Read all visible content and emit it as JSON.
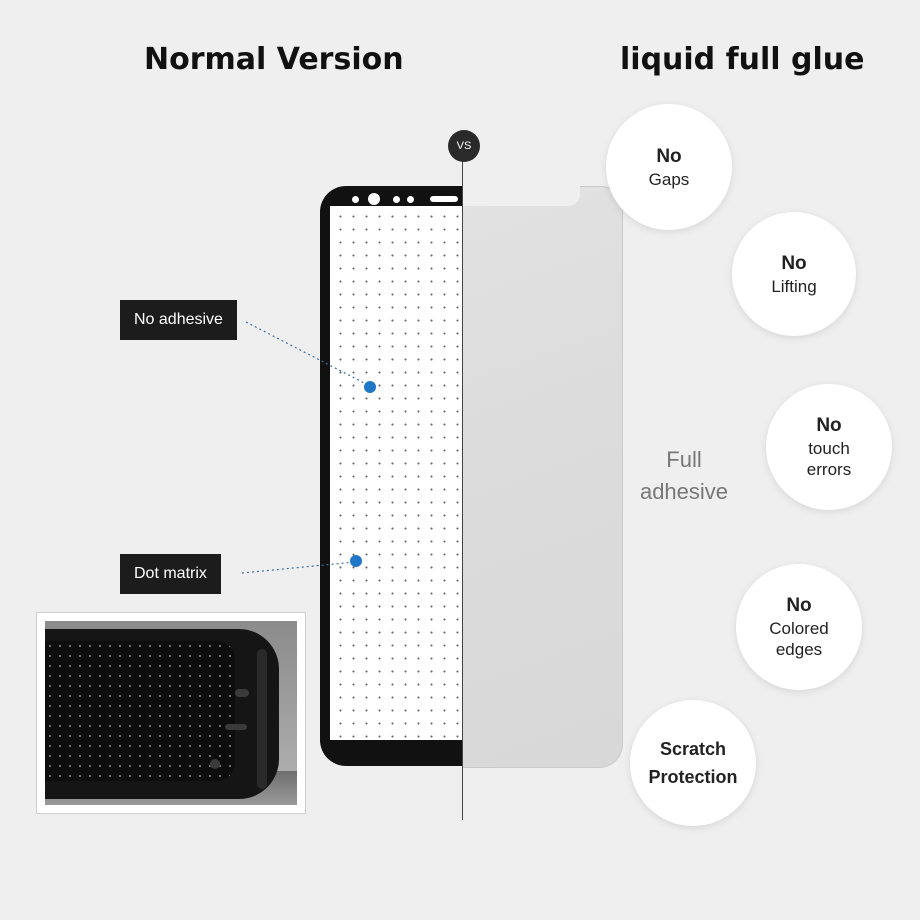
{
  "headings": {
    "left": "Normal Version",
    "right": "liquid full glue"
  },
  "vs_badge": "VS",
  "labels": {
    "no_adhesive": "No adhesive",
    "dot_matrix": "Dot matrix"
  },
  "full_adhesive": {
    "line1": "Full",
    "line2": "adhesive"
  },
  "features": [
    {
      "title": "No",
      "line1": "Gaps",
      "line2": ""
    },
    {
      "title": "No",
      "line1": "Lifting",
      "line2": ""
    },
    {
      "title": "No",
      "line1": "touch",
      "line2": "errors"
    },
    {
      "title": "No",
      "line1": "Colored",
      "line2": "edges"
    },
    {
      "title": "Scratch",
      "line1": "Protection",
      "line2": ""
    }
  ],
  "colors": {
    "background": "#efefef",
    "callout_dot": "#1f77c8",
    "label_box": "#1c1c1c"
  }
}
